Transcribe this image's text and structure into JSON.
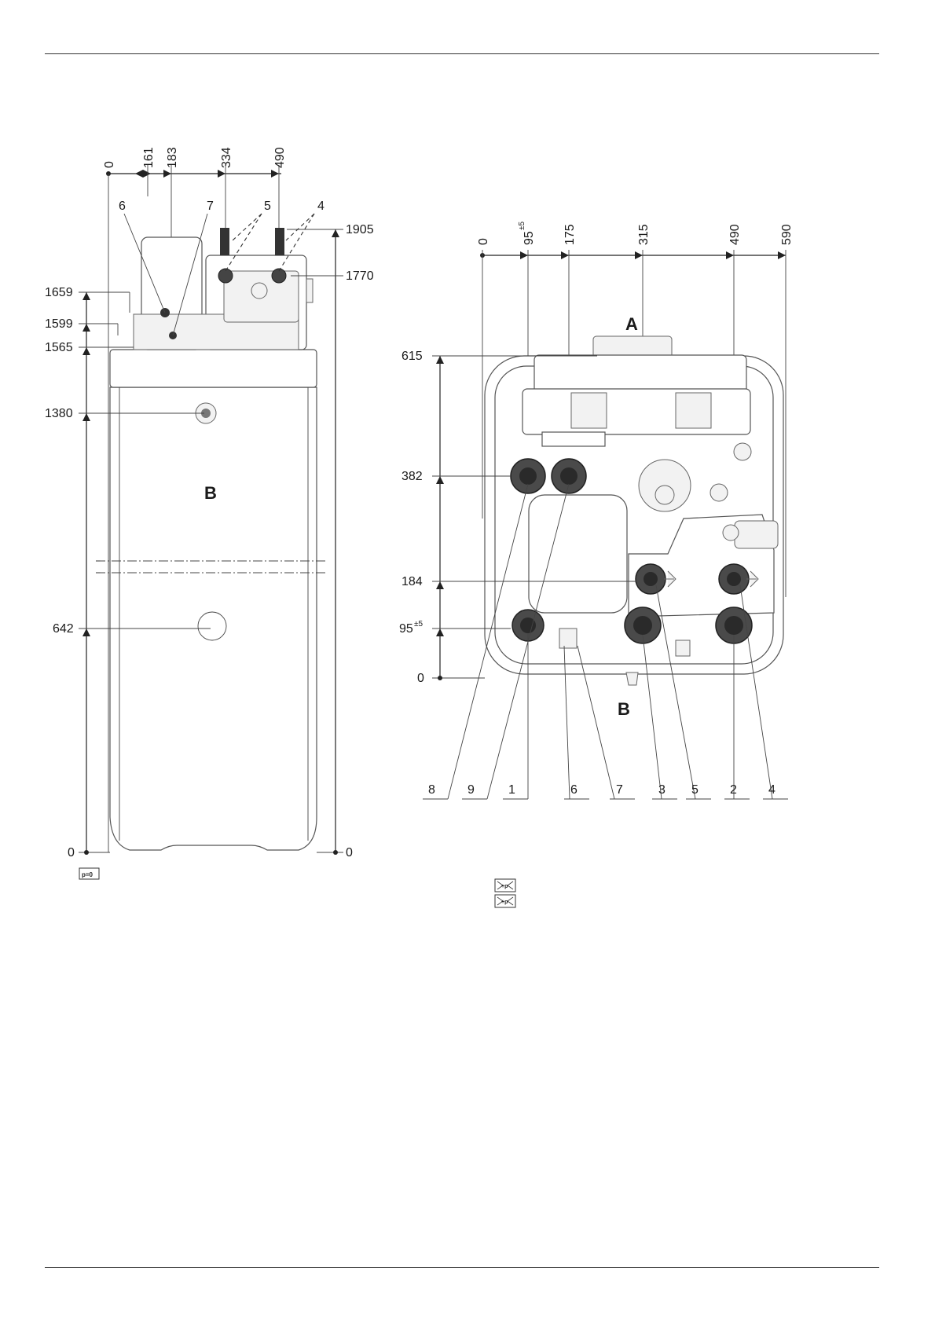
{
  "left_view": {
    "top_dimensions": [
      "0",
      "161",
      "183",
      "334",
      "490"
    ],
    "left_dimensions": [
      "1659",
      "1599",
      "1565",
      "1380",
      "642",
      "0"
    ],
    "right_dimensions": [
      "1905",
      "1770",
      "0"
    ],
    "callouts": [
      "6",
      "7",
      "5",
      "4"
    ],
    "label_b": "B",
    "pressure_label": "p=0"
  },
  "right_view": {
    "top_dimensions": [
      "0",
      "95",
      "175",
      "315",
      "490",
      "590"
    ],
    "tolerance": "±5",
    "left_dimensions": [
      "615",
      "382",
      "184",
      "95",
      "0"
    ],
    "label_a": "A",
    "label_b": "B",
    "callouts": [
      "8",
      "9",
      "1",
      "6",
      "7",
      "3",
      "5",
      "2",
      "4"
    ],
    "legend_icon_text": "+p"
  }
}
